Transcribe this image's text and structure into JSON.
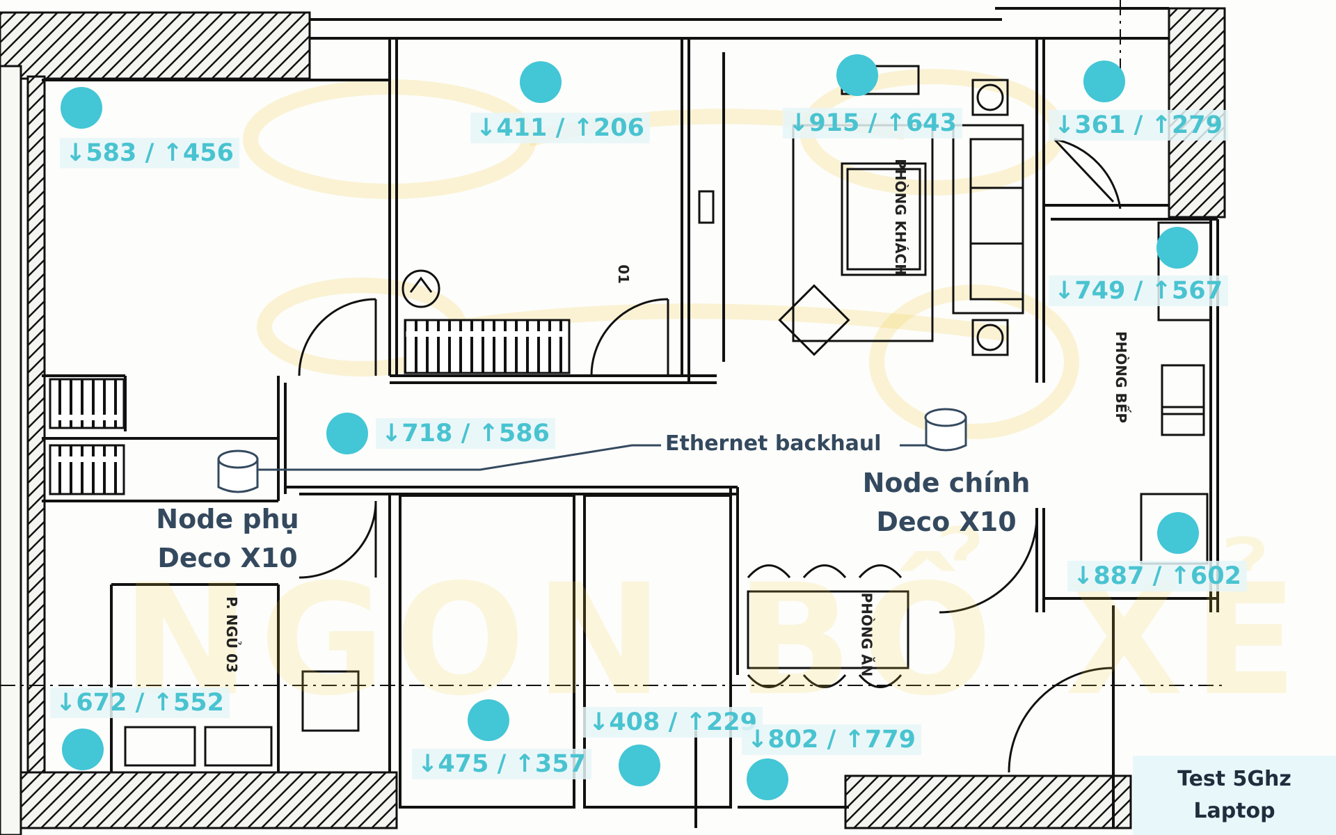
{
  "watermark": "NGON BỔ XẺ",
  "backhaul_label": "Ethernet backhaul",
  "nodes": {
    "main": {
      "line1": "Node chính",
      "line2": "Deco X10"
    },
    "secondary": {
      "line1": "Node phụ",
      "line2": "Deco X10"
    }
  },
  "room_labels": [
    "PHÒNG KHÁCH",
    "PHÒNG BẾP",
    "PHÒNG ĂN",
    "P. NGỦ 03",
    "01"
  ],
  "measurements": [
    {
      "down": "583",
      "up": "456"
    },
    {
      "down": "411",
      "up": "206"
    },
    {
      "down": "915",
      "up": "643"
    },
    {
      "down": "361",
      "up": "279"
    },
    {
      "down": "749",
      "up": "567"
    },
    {
      "down": "718",
      "up": "586"
    },
    {
      "down": "887",
      "up": "602"
    },
    {
      "down": "672",
      "up": "552"
    },
    {
      "down": "475",
      "up": "357"
    },
    {
      "down": "408",
      "up": "229"
    },
    {
      "down": "802",
      "up": "779"
    }
  ],
  "legend": {
    "line1": "Test 5Ghz",
    "line2": "Laptop"
  },
  "colors": {
    "dot": "#43c6d6",
    "speed_text": "#49c3d0",
    "label_text": "#34495e",
    "legend_bg": "#e8f7fa"
  }
}
